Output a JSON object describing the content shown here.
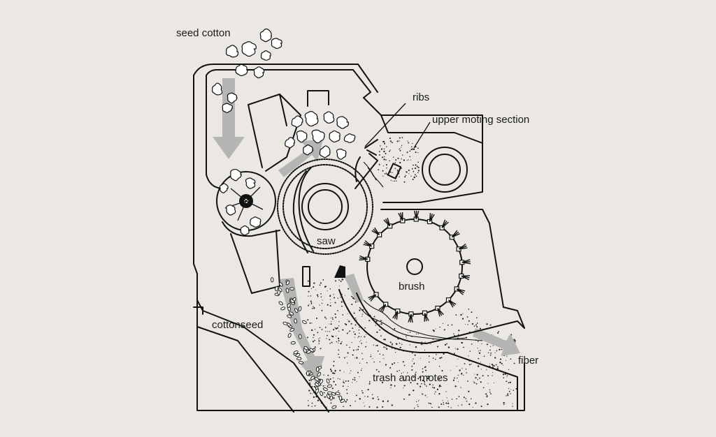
{
  "labels": {
    "seed_cotton": "seed cotton",
    "ribs": "ribs",
    "upper_moting": "upper moting section",
    "saw": "saw",
    "brush": "brush",
    "cottonseed": "cottonseed",
    "fiber": "fiber",
    "trash_motes": "trash and motes"
  },
  "colors": {
    "background": "#ebe8e3",
    "line": "#111111",
    "flow_arrow": "#b5b5b3"
  }
}
